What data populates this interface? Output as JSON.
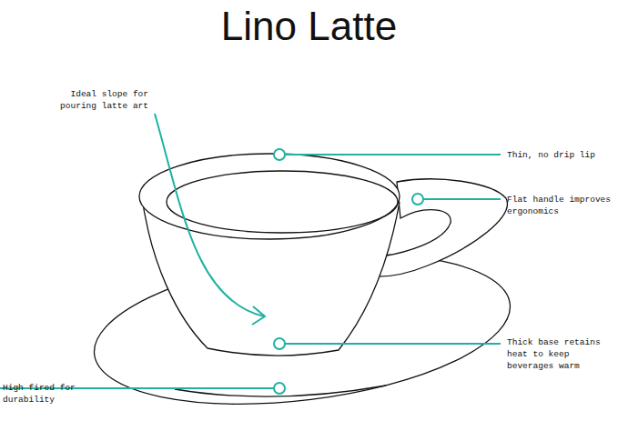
{
  "diagram": {
    "title": "Lino Latte",
    "labels": [
      "Ideal slope for pouring latte art",
      "Thin, no drip lip",
      "Flat handle improves ergonomics",
      "Thick base retains heat to keep beverages warm",
      "High fired for durability"
    ]
  }
}
